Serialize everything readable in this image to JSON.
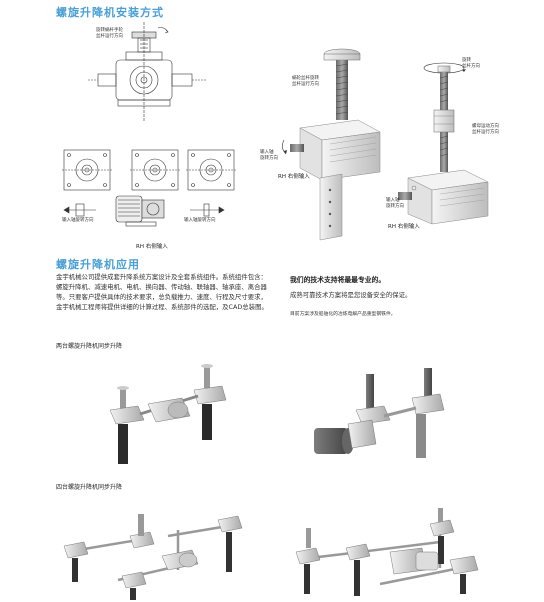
{
  "section1": {
    "title": "螺旋升降机安装方式"
  },
  "section2": {
    "title": "螺旋升降机应用"
  },
  "diagram_labels": {
    "top_center_note": "旋转蜗杆手轮\n丝杆运行方向",
    "left_arrow_note": "输入轴旋转方向",
    "right_arrow_note": "输入轴旋转方向",
    "bottom_label": "RH 右侧输入",
    "jack1_arrow_note": "输入轴\n旋转方向",
    "jack1_top_note": "蜗轮丝杆旋转\n丝杆运行方向",
    "jack1_rh": "RH  右侧输入",
    "jack2_top_note": "旋转\n丝杆方向",
    "jack2_side_note": "螺母运动方向\n丝杆运行方向",
    "jack2_arrow_note": "输入轴\n旋转方向",
    "jack2_rh": "RH  右侧输入"
  },
  "paragraph_left": "金宇机械公司提供成套升降系统方案设计及全套系统组件。系统组件包含：螺旋升降机、减速电机、电机、换向器、传动轴、联轴器、轴承座、离合器等。只要客户提供具体的技术要求，总负载推力、速度、行程及尺寸要求，金宇机械工程师将提供详细的计算过程、系统部件的选配，及CAD总装图。",
  "paragraph_right_bold": "我们的技术支持将最最专业的。",
  "paragraph_right": "成熟可靠技术方案将是您设备安全的保证。",
  "paragraph_right_small": "目前方案涉及船舶化的冶炼电解产品重型钢铁件。",
  "app1_title": "两台螺旋升降机同步升降",
  "app2_title": "四台螺旋升降机同步升降"
}
